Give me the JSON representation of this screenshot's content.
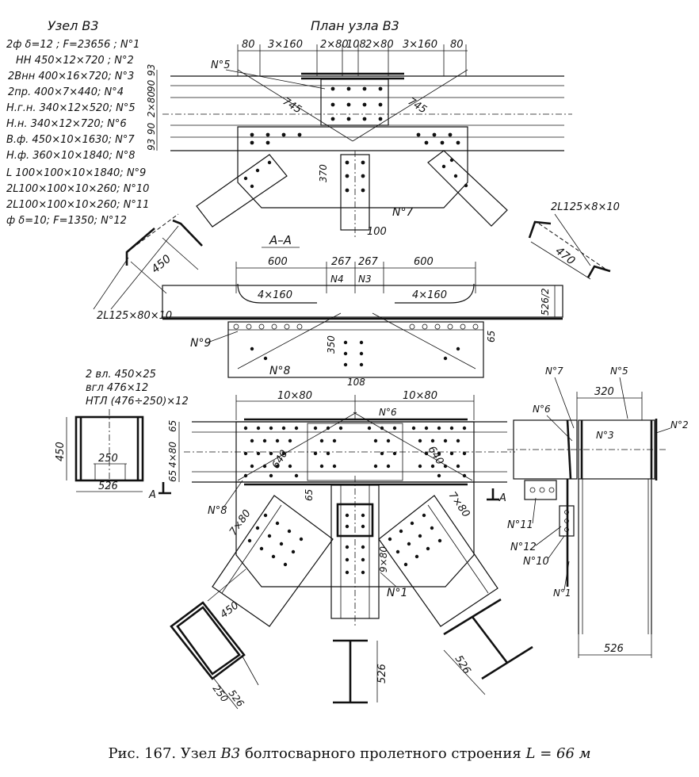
{
  "titles": {
    "node_label": "Узел В3",
    "plan_title": "План узла В3",
    "section_title": "А–А"
  },
  "spec_list": [
    "2ф δ=12 ; F=23656 ; N°1",
    "НН 450×12×720 ; N°2",
    "2Внн 400×16×720; N°3",
    "2пр. 400×7×440; N°4",
    "Н.г.н. 340×12×520; N°5",
    "Н.н. 340×12×720; N°6",
    "В.ф. 450×10×1630; N°7",
    "Н.ф. 360×10×1840; N°8",
    "L 100×100×10×1840; N°9",
    "2L100×100×10×260; N°10",
    "2L100×100×10×260; N°11",
    "ф δ=10; F=1350; N°12"
  ],
  "plan_dims": {
    "d80a": "80",
    "d3x160a": "3×160",
    "d2x80a": "2×80",
    "d108": "108",
    "d2x80b": "2×80",
    "d3x160b": "3×160",
    "d80b": "80",
    "v93a": "93",
    "v90a": "90",
    "v2x80": "2×80",
    "v90b": "90",
    "v93b": "93",
    "d745a": "745",
    "d745b": "745",
    "d370": "370",
    "d100": "100",
    "n5": "N°5",
    "n7": "N°7"
  },
  "side_dims": {
    "left_angle": "2L125×80×10",
    "left_450": "450",
    "right_angle": "2L125×8×10",
    "right_470": "470"
  },
  "section_dims": {
    "d600a": "600",
    "d267a": "267",
    "d267b": "267",
    "d600b": "600",
    "d4x160a": "4×160",
    "d4x160b": "4×160",
    "n4": "N4",
    "n3": "N3",
    "d526_2": "526/2",
    "d350": "350",
    "d65": "65",
    "d108": "108",
    "n9": "N°9",
    "n8": "N°8"
  },
  "box_section": {
    "note1": "2 вл. 450×25",
    "note2": "вгл 476×12",
    "note3": "НТЛ (476÷250)×12",
    "d450": "450",
    "d250": "250",
    "d526": "526",
    "marker_a": "А"
  },
  "main_dims": {
    "d10x80a": "10×80",
    "d10x80b": "10×80",
    "n6": "N°6",
    "v65a": "65",
    "v4x80": "4×80",
    "v65b": "65",
    "d640a": "640",
    "d640b": "640",
    "d7x80a": "7×80",
    "d7x80b": "7×80",
    "d65": "65",
    "d9x80": "9×80",
    "n8": "N°8",
    "n1": "N°1",
    "marker_a": "А"
  },
  "side_view": {
    "d320": "320",
    "n7": "N°7",
    "n5": "N°5",
    "n6": "N°6",
    "n2": "N°2",
    "n3": "N°3",
    "n11": "N°11",
    "n12": "N°12",
    "n10": "N°10",
    "n1": "N°1",
    "d526": "526"
  },
  "bottom_dims": {
    "box_450": "450",
    "box_250": "250",
    "box_526": "526",
    "ibeam_526": "526",
    "right_526": "526"
  },
  "caption": {
    "prefix": "Рис. 167. Узел",
    "node": "В3",
    "middle": "болтосварного пролетного строения",
    "formula": "L = 66 м"
  }
}
